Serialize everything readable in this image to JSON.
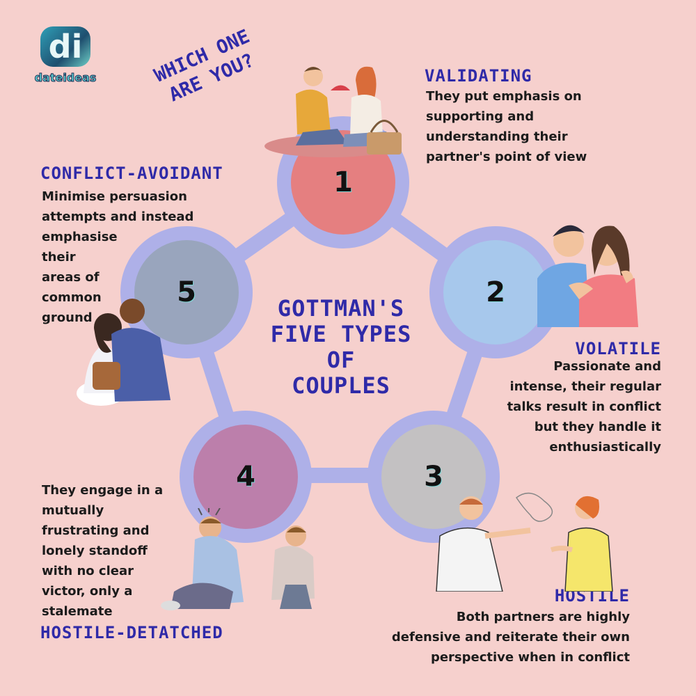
{
  "logo": {
    "letters": "di",
    "name": "dateideas"
  },
  "tagline": {
    "line1": "WHICH ONE",
    "line2": "ARE YOU?"
  },
  "title": {
    "line1": "GOTTMAN'S",
    "line2": "FIVE TYPES",
    "line3": "OF",
    "line4": "COUPLES"
  },
  "circles": [
    {
      "number": "1",
      "color": "#e57f80"
    },
    {
      "number": "2",
      "color": "#a7c8ec"
    },
    {
      "number": "3",
      "color": "#c3c1c2"
    },
    {
      "number": "4",
      "color": "#bc7fab"
    },
    {
      "number": "5",
      "color": "#99a5bd"
    }
  ],
  "types": {
    "validating": {
      "heading": "VALIDATING",
      "lines": [
        "They put emphasis on",
        "supporting and",
        "understanding their",
        "partner's point of view"
      ]
    },
    "volatile": {
      "heading": "VOLATILE",
      "lines": [
        "Passionate and",
        "intense, their regular",
        "talks result in conflict",
        "but they handle it",
        "enthusiastically"
      ]
    },
    "hostile": {
      "heading": "HOSTILE",
      "lines": [
        "Both partners are highly",
        "defensive and reiterate their own",
        "perspective when in conflict"
      ]
    },
    "hostile_detached": {
      "heading": "HOSTILE-DETATCHED",
      "lines": [
        "They engage in a",
        "mutually",
        "frustrating and",
        "lonely standoff",
        "with no clear",
        "victor, only a",
        "stalemate"
      ]
    },
    "conflict_avoidant": {
      "heading": "CONFLICT-AVOIDANT",
      "lines": [
        "Minimise persuasion",
        "attempts and instead",
        "emphasise",
        "their",
        "areas of",
        "common",
        "ground"
      ]
    }
  },
  "colors": {
    "background": "#f6d0cd",
    "accent": "#2f2aa8",
    "ring": "#aeb0e8"
  }
}
